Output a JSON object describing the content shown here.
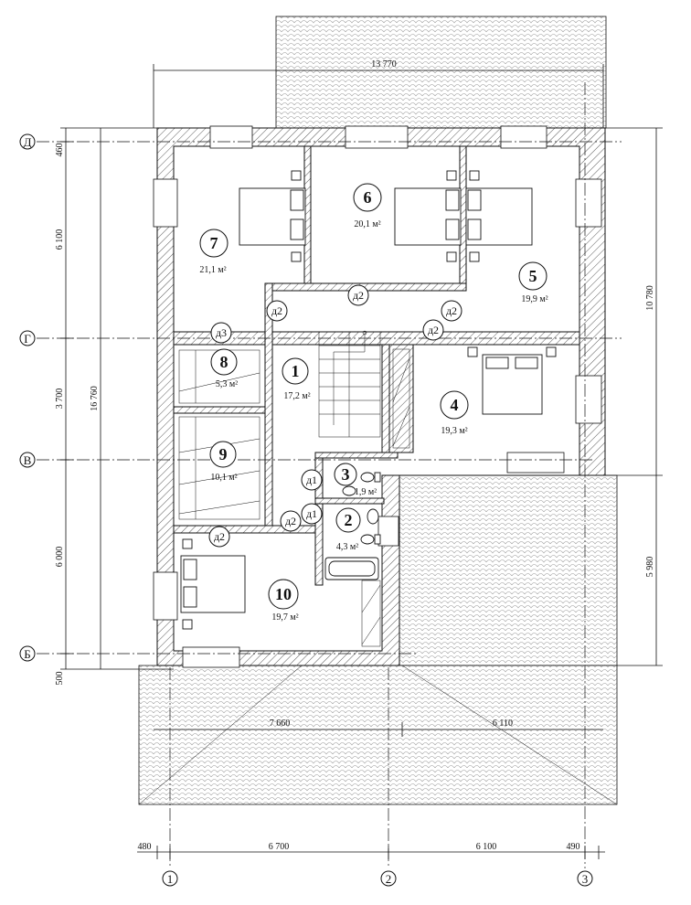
{
  "dimensions": {
    "top_total": "13 770",
    "left_outer": "16 760",
    "left_seg_1": "460",
    "left_seg_2": "6 100",
    "left_seg_3": "3 700",
    "left_seg_4": "6 000",
    "left_seg_5": "500",
    "right_upper": "10 780",
    "right_lower": "5 980",
    "bottom_left": "7 660",
    "bottom_right": "6 110",
    "axis_seg_1": "480",
    "axis_seg_2": "6 700",
    "axis_seg_3": "6 100",
    "axis_seg_4": "490"
  },
  "axes": {
    "row_d": "Д",
    "row_g": "Г",
    "row_v": "В",
    "row_b": "Б",
    "col_1": "1",
    "col_2": "2",
    "col_3": "3"
  },
  "rooms": [
    {
      "number": "1",
      "area": "17,2 м²"
    },
    {
      "number": "2",
      "area": "4,3 м²"
    },
    {
      "number": "3",
      "area": "1,9 м²"
    },
    {
      "number": "4",
      "area": "19,3 м²"
    },
    {
      "number": "5",
      "area": "19,9 м²"
    },
    {
      "number": "6",
      "area": "20,1 м²"
    },
    {
      "number": "7",
      "area": "21,1 м²"
    },
    {
      "number": "8",
      "area": "5,3 м²"
    },
    {
      "number": "9",
      "area": "10,1 м²"
    },
    {
      "number": "10",
      "area": "19,7 м²"
    }
  ],
  "doors": {
    "d1": "д1",
    "d2": "д2",
    "d3": "д3"
  },
  "colors": {
    "line": "#111111",
    "background": "#ffffff"
  }
}
